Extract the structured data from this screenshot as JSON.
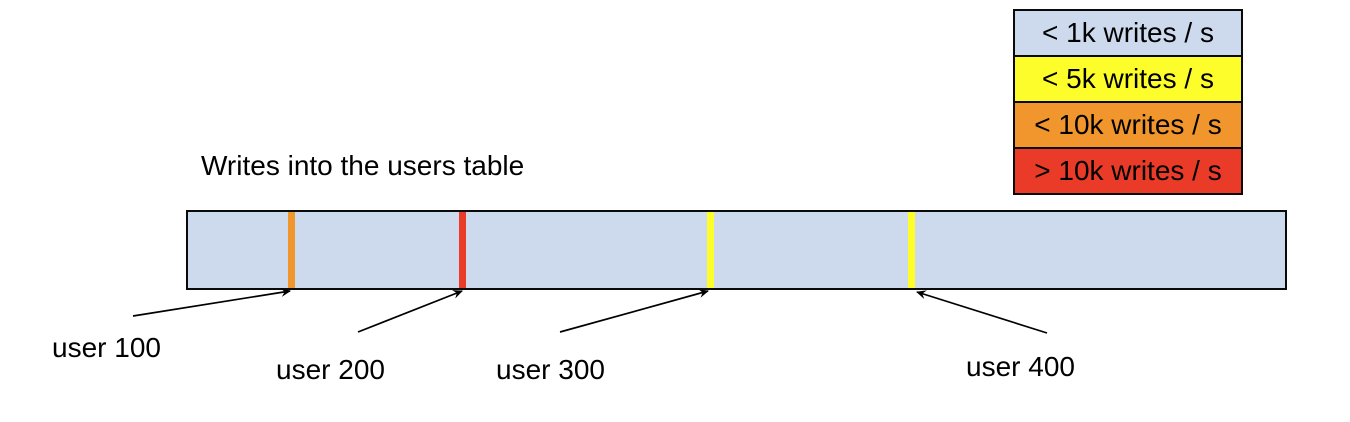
{
  "diagram": {
    "title": "Writes into the users table",
    "bar": {
      "description": "users table keyspace",
      "fill_color": "#cdd9ec",
      "border_color": "#0a0a0a"
    },
    "legend": {
      "items": [
        {
          "label": "< 1k writes / s",
          "color": "#cdd9ec"
        },
        {
          "label": "< 5k writes / s",
          "color": "#fdfd2b"
        },
        {
          "label": "< 10k writes / s",
          "color": "#f0962d"
        },
        {
          "label": "> 10k writes / s",
          "color": "#ea3b28"
        }
      ]
    },
    "markers": [
      {
        "label": "user 100",
        "stripe_color": "#f0962d",
        "category": "< 10k writes / s"
      },
      {
        "label": "user 200",
        "stripe_color": "#ea3b28",
        "category": "> 10k writes / s"
      },
      {
        "label": "user 300",
        "stripe_color": "#fdfd2b",
        "category": "< 5k writes / s"
      },
      {
        "label": "user 400",
        "stripe_color": "#fdfd2b",
        "category": "< 5k writes / s"
      }
    ]
  }
}
